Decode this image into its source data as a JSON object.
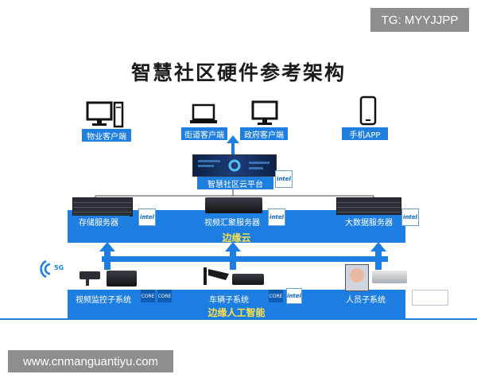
{
  "tag": "TG: MYYJJPP",
  "title": "智慧社区硬件参考架构",
  "top_clients": [
    {
      "label": "物业客户端",
      "icon": "desktop-computer-icon"
    },
    {
      "label": "街道客户端",
      "icon": "laptop-icon"
    },
    {
      "label": "政府客户端",
      "icon": "monitor-icon"
    },
    {
      "label": "手机APP",
      "icon": "mobile-phone-icon"
    }
  ],
  "cloud_platform": {
    "label": "智慧社区云平台"
  },
  "edge_cloud": {
    "band_label": "边缘云",
    "servers": [
      {
        "label": "存储服务器"
      },
      {
        "label": "视频汇聚服务器"
      },
      {
        "label": "大数据服务器"
      }
    ]
  },
  "edge_ai": {
    "band_label": "边缘人工智能",
    "subsystems": [
      {
        "label": "视频监控子系统"
      },
      {
        "label": "车辆子系统"
      },
      {
        "label": "人员子系统"
      }
    ]
  },
  "badges": {
    "intel": "intel",
    "core": "CORE",
    "signal": "5G"
  },
  "footer": "www.cnmanguantiyu.com",
  "colors": {
    "accent": "#1c7ee3",
    "band_text": "#ffe14a",
    "watermark_bg": "#8e8e8e"
  }
}
